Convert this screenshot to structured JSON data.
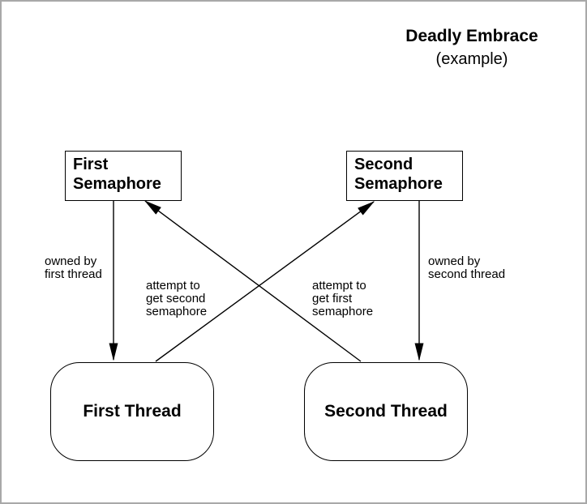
{
  "title": {
    "main": "Deadly Embrace",
    "sub": "(example)"
  },
  "nodes": {
    "first_semaphore": {
      "line1": "First",
      "line2": "Semaphore"
    },
    "second_semaphore": {
      "line1": "Second",
      "line2": "Semaphore"
    },
    "first_thread": {
      "label": "First Thread"
    },
    "second_thread": {
      "label": "Second Thread"
    }
  },
  "edge_labels": {
    "owned_by_first": {
      "line1": "owned by",
      "line2": "first thread"
    },
    "owned_by_second": {
      "line1": "owned by",
      "line2": "second thread"
    },
    "attempt_get_second": {
      "line1": "attempt to",
      "line2": "get second",
      "line3": "semaphore"
    },
    "attempt_get_first": {
      "line1": "attempt to",
      "line2": "get first",
      "line3": "semaphore"
    }
  },
  "colors": {
    "line": "#000000",
    "canvas_border": "#a8a8a8",
    "background": "#ffffff"
  }
}
